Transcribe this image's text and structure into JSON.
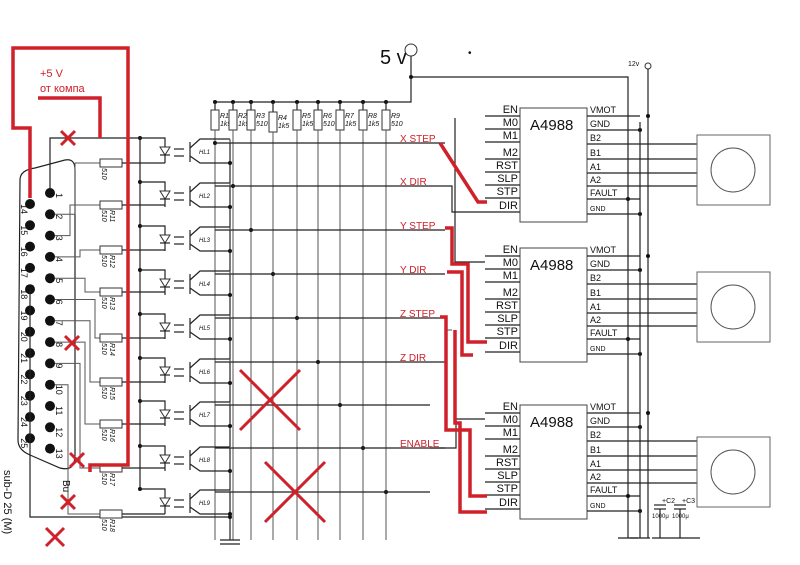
{
  "power": {
    "v5_label": "5 v",
    "v12_label": "12v"
  },
  "annotations": {
    "plus5v": "+5 V",
    "from_pc": "от компа",
    "bu": "Bu"
  },
  "connector": {
    "label": "sub-D 25 (M)",
    "pins_row_a": [
      "1",
      "2",
      "3",
      "4",
      "5",
      "6",
      "7",
      "8",
      "9",
      "10",
      "11",
      "12",
      "13"
    ],
    "pins_row_b": [
      "14",
      "15",
      "16",
      "17",
      "18",
      "19",
      "20",
      "21",
      "22",
      "23",
      "24",
      "25"
    ]
  },
  "pullups": [
    {
      "ref": "R1",
      "value": "1k5"
    },
    {
      "ref": "R2",
      "value": "1k5"
    },
    {
      "ref": "R3",
      "value": "510"
    },
    {
      "ref": "R4",
      "value": "1k5"
    },
    {
      "ref": "R5",
      "value": "1k5"
    },
    {
      "ref": "R6",
      "value": "510"
    },
    {
      "ref": "R7",
      "value": "1k5"
    },
    {
      "ref": "R8",
      "value": "1k5"
    },
    {
      "ref": "R9",
      "value": "510"
    }
  ],
  "input_resistors": [
    {
      "ref": "",
      "value": "510"
    },
    {
      "ref": "R11",
      "value": "510"
    },
    {
      "ref": "R12",
      "value": "510"
    },
    {
      "ref": "R13",
      "value": "510"
    },
    {
      "ref": "R14",
      "value": "510"
    },
    {
      "ref": "R15",
      "value": "510"
    },
    {
      "ref": "R16",
      "value": "510"
    },
    {
      "ref": "R17",
      "value": "510"
    },
    {
      "ref": "R18",
      "value": "510"
    }
  ],
  "optocouplers": [
    "HL1",
    "HL2",
    "HL3",
    "HL4",
    "HL5",
    "HL6",
    "HL7",
    "HL8",
    "HL9"
  ],
  "signals": [
    {
      "label": "X STEP",
      "line": 0
    },
    {
      "label": "X DIR",
      "line": 1
    },
    {
      "label": "Y STEP",
      "line": 2
    },
    {
      "label": "Y DIR",
      "line": 3
    },
    {
      "label": "Z STEP",
      "line": 4
    },
    {
      "label": "Z DIR",
      "line": 5
    },
    {
      "label": "ENABLE",
      "line": 7
    }
  ],
  "drivers": [
    {
      "name": "A4988"
    },
    {
      "name": "A4988"
    },
    {
      "name": "A4988"
    }
  ],
  "driver_pins_left": [
    "EN",
    "M0",
    "M1",
    "M2",
    "RST",
    "SLP",
    "STP",
    "DIR"
  ],
  "driver_pins_right": [
    "VMOT",
    "GND",
    "B2",
    "B1",
    "A1",
    "A2",
    "FAULT",
    "GND"
  ],
  "capacitors": [
    {
      "ref": "C2",
      "value": "1000μ"
    },
    {
      "ref": "C3",
      "value": "1000μ"
    }
  ],
  "colors": {
    "wire": "#222222",
    "annotation": "#d0202a"
  }
}
